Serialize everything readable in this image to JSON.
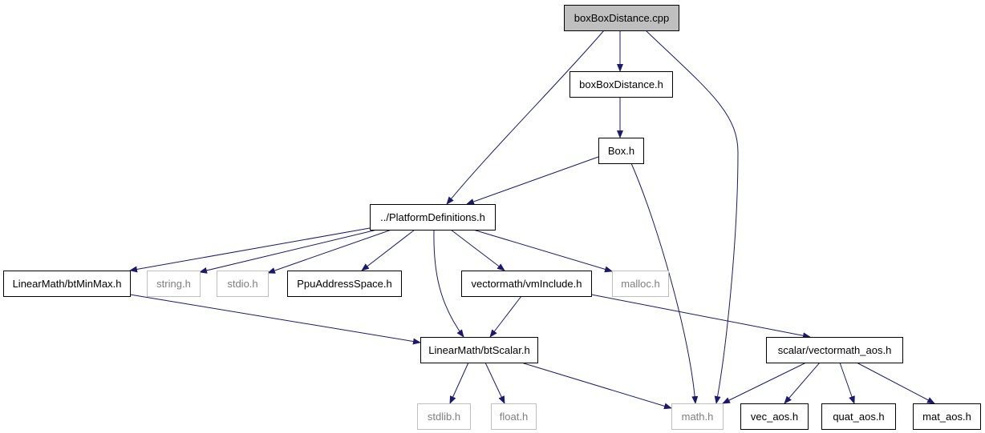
{
  "diagram": {
    "nodes": [
      {
        "id": "root",
        "label": "boxBoxDistance.cpp",
        "style": "root"
      },
      {
        "id": "bbd_h",
        "label": "boxBoxDistance.h",
        "style": "normal"
      },
      {
        "id": "box_h",
        "label": "Box.h",
        "style": "normal"
      },
      {
        "id": "platdefs",
        "label": "../PlatformDefinitions.h",
        "style": "normal"
      },
      {
        "id": "btminmax",
        "label": "LinearMath/btMinMax.h",
        "style": "normal"
      },
      {
        "id": "string_h",
        "label": "string.h",
        "style": "external"
      },
      {
        "id": "stdio_h",
        "label": "stdio.h",
        "style": "external"
      },
      {
        "id": "ppu",
        "label": "PpuAddressSpace.h",
        "style": "normal"
      },
      {
        "id": "vminclude",
        "label": "vectormath/vmInclude.h",
        "style": "normal"
      },
      {
        "id": "malloc_h",
        "label": "malloc.h",
        "style": "external"
      },
      {
        "id": "btscalar",
        "label": "LinearMath/btScalar.h",
        "style": "normal"
      },
      {
        "id": "scalar_vm",
        "label": "scalar/vectormath_aos.h",
        "style": "normal"
      },
      {
        "id": "stdlib_h",
        "label": "stdlib.h",
        "style": "external"
      },
      {
        "id": "float_h",
        "label": "float.h",
        "style": "external"
      },
      {
        "id": "math_h",
        "label": "math.h",
        "style": "external"
      },
      {
        "id": "vec_aos",
        "label": "vec_aos.h",
        "style": "normal"
      },
      {
        "id": "quat_aos",
        "label": "quat_aos.h",
        "style": "normal"
      },
      {
        "id": "mat_aos",
        "label": "mat_aos.h",
        "style": "normal"
      }
    ],
    "edges": [
      {
        "from": "root",
        "to": "bbd_h"
      },
      {
        "from": "root",
        "to": "platdefs"
      },
      {
        "from": "root",
        "to": "math_h"
      },
      {
        "from": "bbd_h",
        "to": "box_h"
      },
      {
        "from": "box_h",
        "to": "platdefs"
      },
      {
        "from": "box_h",
        "to": "math_h"
      },
      {
        "from": "platdefs",
        "to": "btminmax"
      },
      {
        "from": "platdefs",
        "to": "string_h"
      },
      {
        "from": "platdefs",
        "to": "stdio_h"
      },
      {
        "from": "platdefs",
        "to": "ppu"
      },
      {
        "from": "platdefs",
        "to": "vminclude"
      },
      {
        "from": "platdefs",
        "to": "malloc_h"
      },
      {
        "from": "platdefs",
        "to": "btscalar"
      },
      {
        "from": "btminmax",
        "to": "btscalar"
      },
      {
        "from": "vminclude",
        "to": "btscalar"
      },
      {
        "from": "vminclude",
        "to": "scalar_vm"
      },
      {
        "from": "btscalar",
        "to": "stdlib_h"
      },
      {
        "from": "btscalar",
        "to": "float_h"
      },
      {
        "from": "btscalar",
        "to": "math_h"
      },
      {
        "from": "scalar_vm",
        "to": "math_h"
      },
      {
        "from": "scalar_vm",
        "to": "vec_aos"
      },
      {
        "from": "scalar_vm",
        "to": "quat_aos"
      },
      {
        "from": "scalar_vm",
        "to": "mat_aos"
      }
    ]
  },
  "colors": {
    "edge": "#191970",
    "root_fill": "#bfbfbf",
    "node_border": "#000000",
    "external_border": "#bfbfbf",
    "normal_text": "#000000",
    "external_text": "#7f7f7f"
  }
}
